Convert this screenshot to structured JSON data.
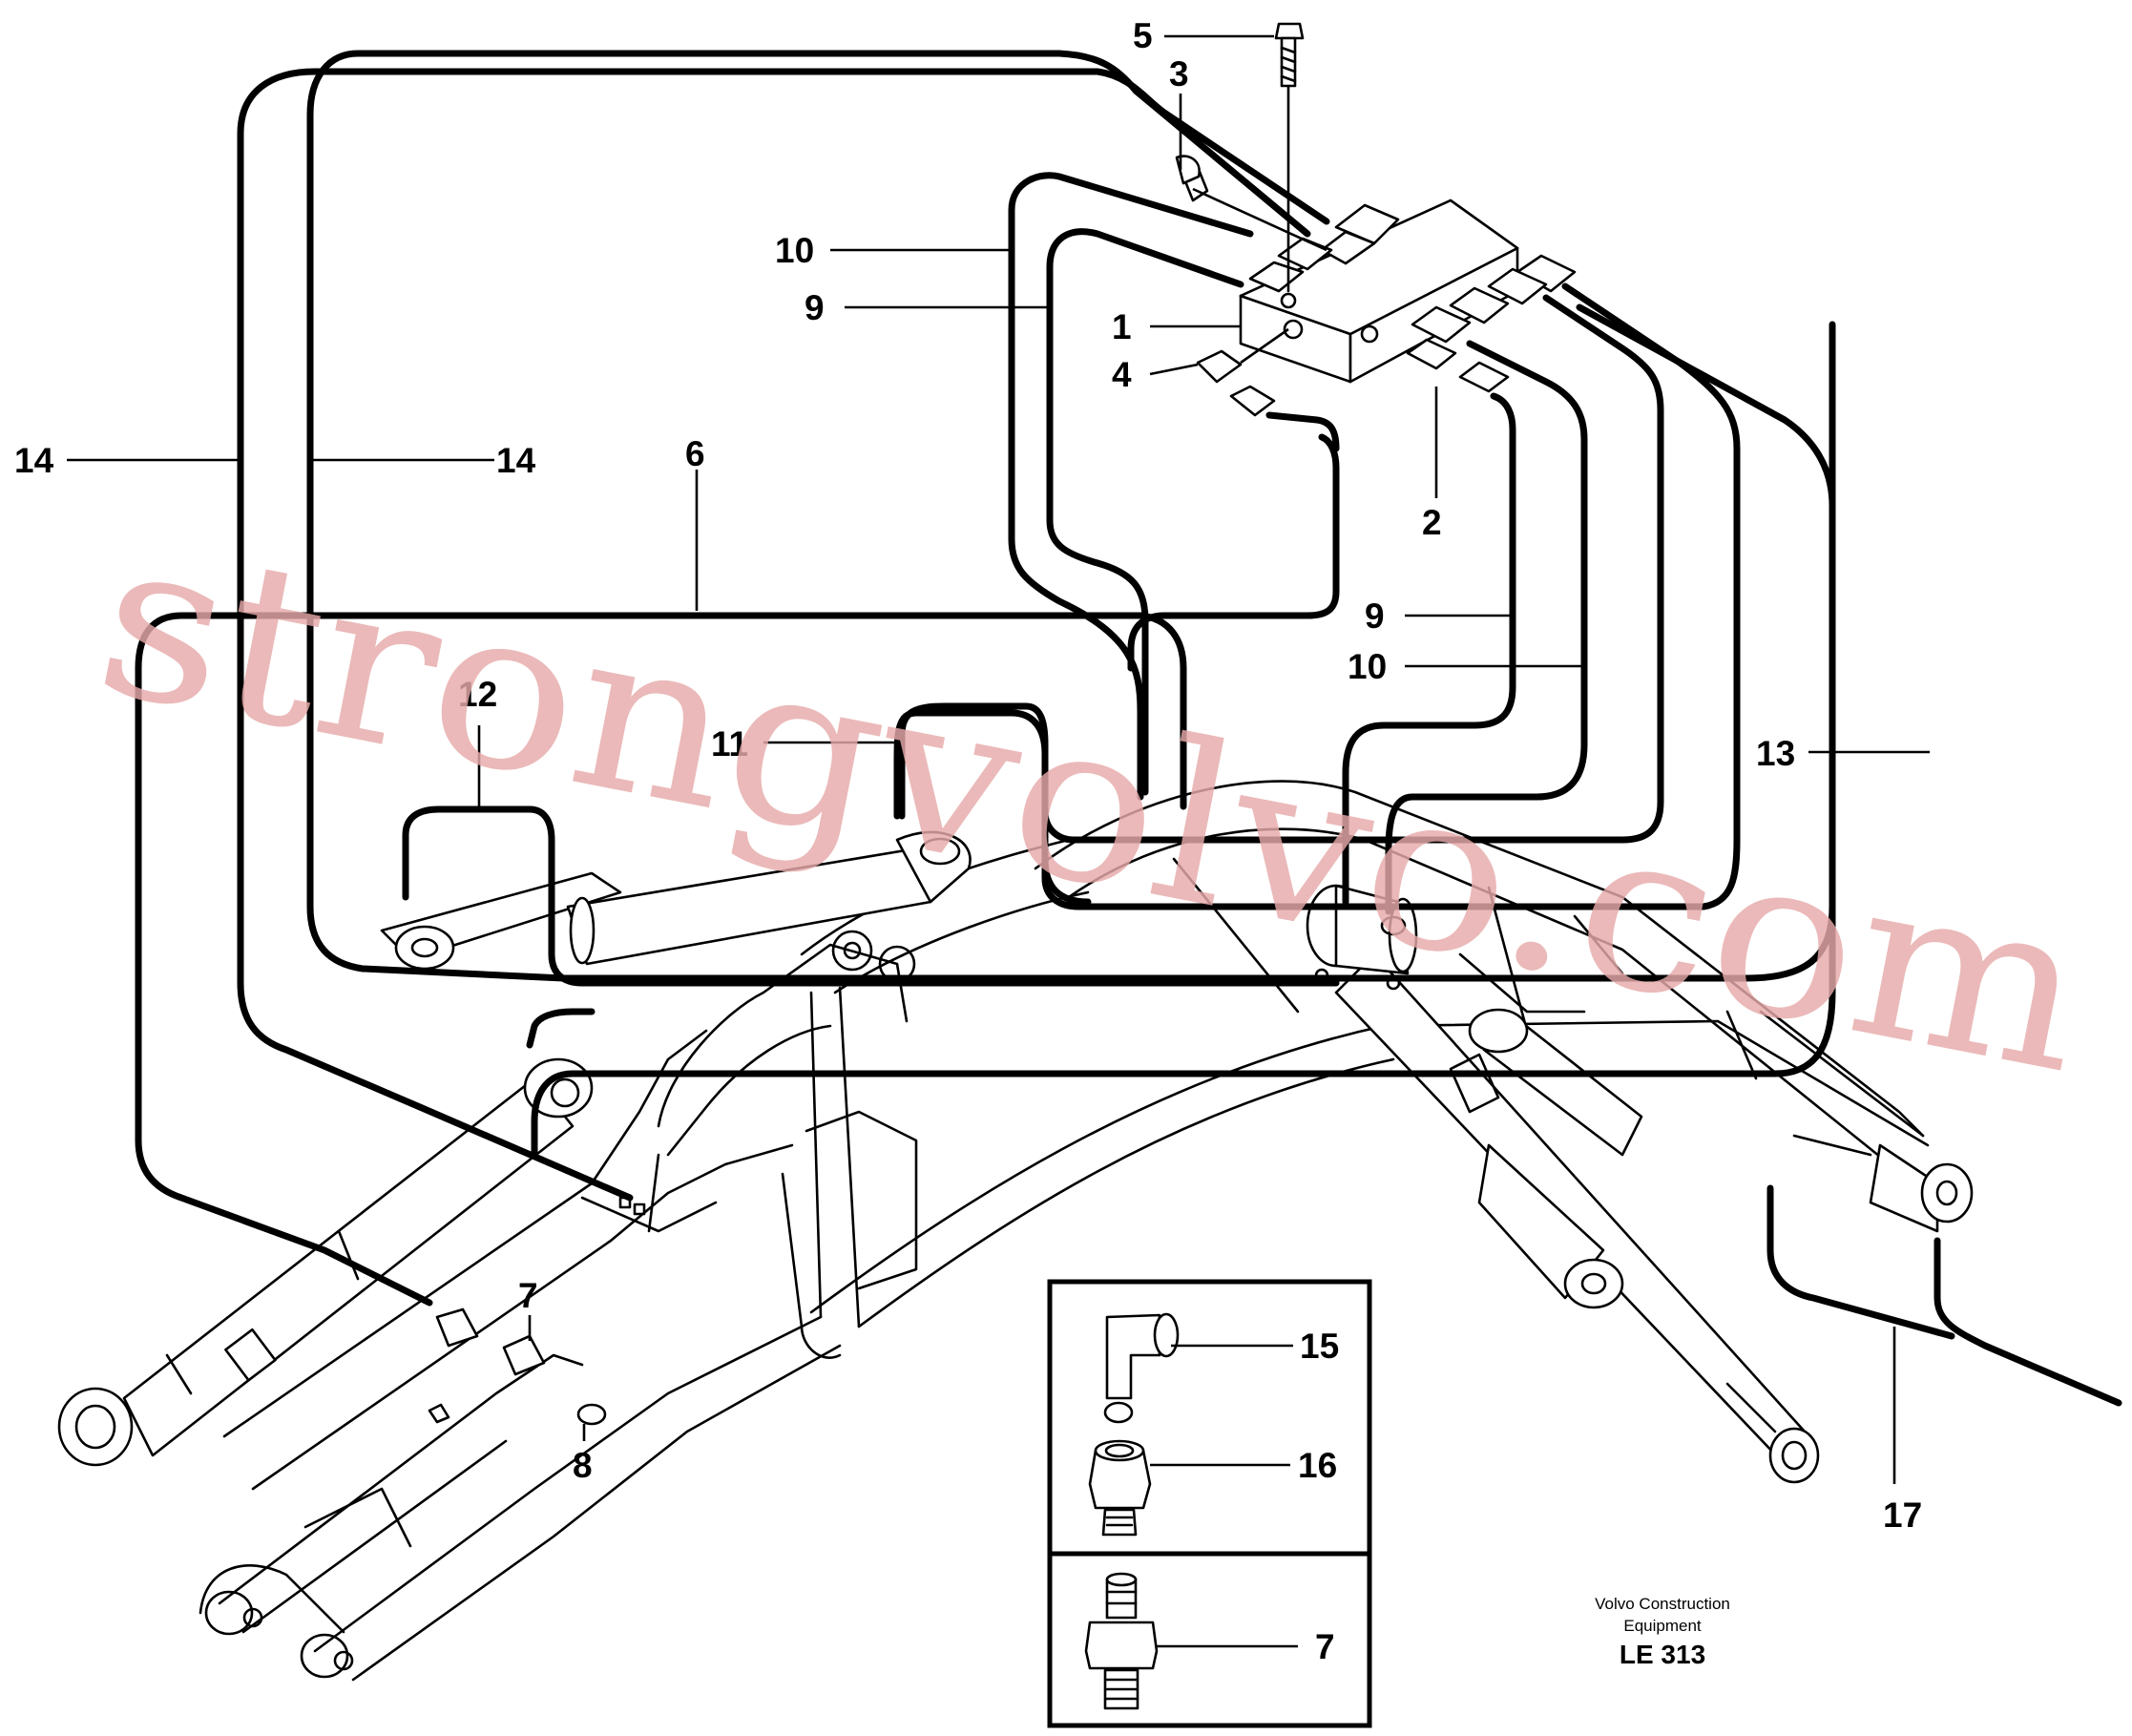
{
  "callouts": {
    "c1": "1",
    "c2": "2",
    "c3": "3",
    "c4": "4",
    "c5": "5",
    "c6": "6",
    "c7": "7",
    "c7b": "7",
    "c8": "8",
    "c9a": "9",
    "c9b": "9",
    "c10a": "10",
    "c10b": "10",
    "c11": "11",
    "c12": "12",
    "c13": "13",
    "c14a": "14",
    "c14b": "14",
    "c15": "15",
    "c16": "16",
    "c17": "17"
  },
  "credit": {
    "line1": "Volvo Construction",
    "line2": "Equipment",
    "code": "LE 313"
  },
  "watermark": "strongvolvo.com"
}
